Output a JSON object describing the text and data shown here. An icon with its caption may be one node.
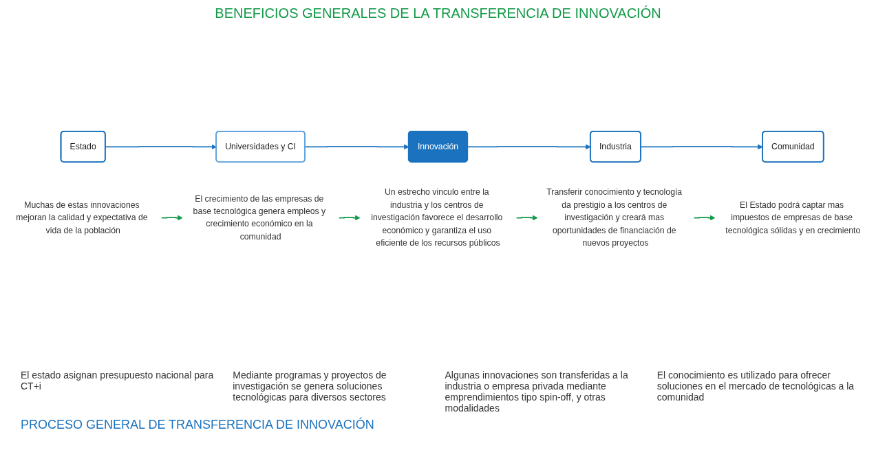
{
  "diagram": {
    "title": "BENEFICIOS GENERALES DE LA TRANSFERENCIA DE INNOVACIÓN",
    "caption": "PROCESO GENERAL DE TRANSFERENCIA DE INNOVACIÓN",
    "nodes": [
      {
        "text": [
          "El Estado podrá captar mas impuestos de empresas de base tecnológica sólidas y en crecimiento"
        ]
      },
      {
        "text": [
          "Transferir conocimiento y tecnología da prestigio a los centros de investigación y creará mas oportunidades de financiación de nuevos proyectos"
        ]
      },
      {
        "text": [
          "Estado"
        ]
      },
      {
        "text": [
          "Un estrecho vinculo entre la industria y los centros de investigación favorece el desarrollo económico y garantiza el uso eficiente de los recursos públicos"
        ]
      },
      {
        "text": [
          "Universidades y CI"
        ]
      },
      {
        "text": [
          "El crecimiento de las empresas de base tecnológica genera empleos y crecimiento económico en la comunidad"
        ]
      },
      {
        "text": [
          "Innovación"
        ]
      },
      {
        "text": [
          "Industria"
        ]
      },
      {
        "text": [
          "Muchas de estas innovaciones mejoran la calidad y expectativa de vida de la población"
        ]
      },
      {
        "text": [
          "Comunidad"
        ]
      }
    ],
    "edges": [
      {
        "from": 2,
        "to": 4,
        "arrow": "to",
        "color": "#1b72be"
      },
      {
        "from": 4,
        "to": 6,
        "arrow": "to",
        "color": "#1b72be"
      },
      {
        "from": 6,
        "to": 7,
        "arrow": "to",
        "color": "#1b72be"
      },
      {
        "from": 7,
        "to": 9,
        "arrow": "to",
        "color": "#1b72be"
      },
      {
        "from": 8,
        "to": 5,
        "arrow": "to",
        "color": "#129a48"
      },
      {
        "from": 5,
        "to": 3,
        "arrow": "to",
        "color": "#129a48"
      },
      {
        "from": 3,
        "to": 1,
        "arrow": "to",
        "color": "#129a48"
      },
      {
        "from": 1,
        "to": 0,
        "arrow": "to",
        "color": "#129a48"
      }
    ],
    "labels": [
      "El estado asignan presupuesto nacional para CT+i",
      "Mediante programas y proyectos de investigación se genera soluciones tecnológicas para diversos sectores",
      "Algunas innovaciones son transferidas a la industria o empresa privada mediante emprendimientos tipo spin-off, y otras modalidades",
      "El conocimiento es utilizado para ofrecer soluciones en el mercado de tecnológicas a la comunidad"
    ]
  }
}
